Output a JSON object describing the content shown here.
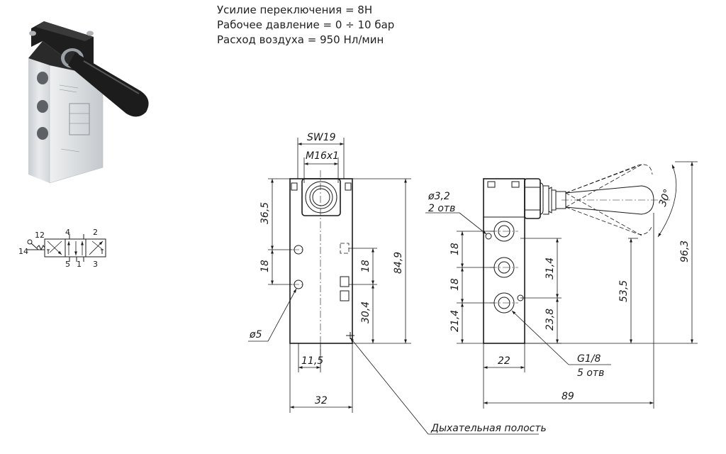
{
  "specs": [
    "Усилие переключения = 8Н",
    "Рабочее давление = 0 ÷ 10 бар",
    "Расход воздуха = 950 Нл/мин"
  ],
  "schematic": {
    "p12": "12",
    "p14": "14",
    "p4": "4",
    "p2": "2",
    "p5": "5",
    "p1": "1",
    "p3": "3"
  },
  "front": {
    "sw": "SW19",
    "m": "M16x1",
    "d365": "36,5",
    "d18": "18",
    "d849": "84,9",
    "d18b": "18",
    "d304": "30,4",
    "d5": "ø5",
    "d115": "11,5",
    "d32": "32"
  },
  "side": {
    "d32": "ø3,2",
    "otv2": "2 отв",
    "d18a": "18",
    "d18b": "18",
    "d214": "21,4",
    "d314": "31,4",
    "d238": "23,8",
    "d535": "53,5",
    "d963": "96,3",
    "ang": "30°",
    "d22": "22",
    "g": "G1/8",
    "otv5": "5 отв",
    "d89": "89"
  },
  "breather": "Дыхательная полость"
}
